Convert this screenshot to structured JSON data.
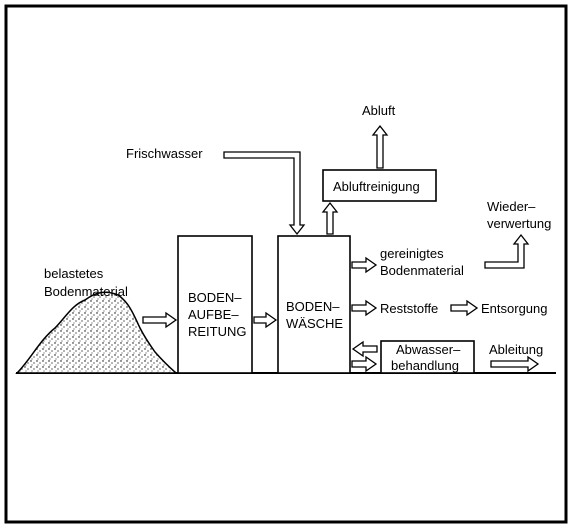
{
  "labels": {
    "pile": [
      "belastetes",
      "Bodenmaterial"
    ],
    "box1": [
      "BODEN–",
      "AUFBE–",
      "REITUNG"
    ],
    "box2": [
      "BODEN–",
      "WÄSCHE"
    ],
    "abluftreinigung": "Abluftreinigung",
    "abluft": "Abluft",
    "frischwasser": "Frischwasser",
    "wiederverwertung": [
      "Wieder–",
      "verwertung"
    ],
    "gereinigtes": [
      "gereinigtes",
      "Bodenmaterial"
    ],
    "reststoffe": "Reststoffe",
    "entsorgung": "Entsorgung",
    "abwasser": [
      "Abwasser–",
      "behandlung"
    ],
    "ableitung": "Ableitung"
  }
}
